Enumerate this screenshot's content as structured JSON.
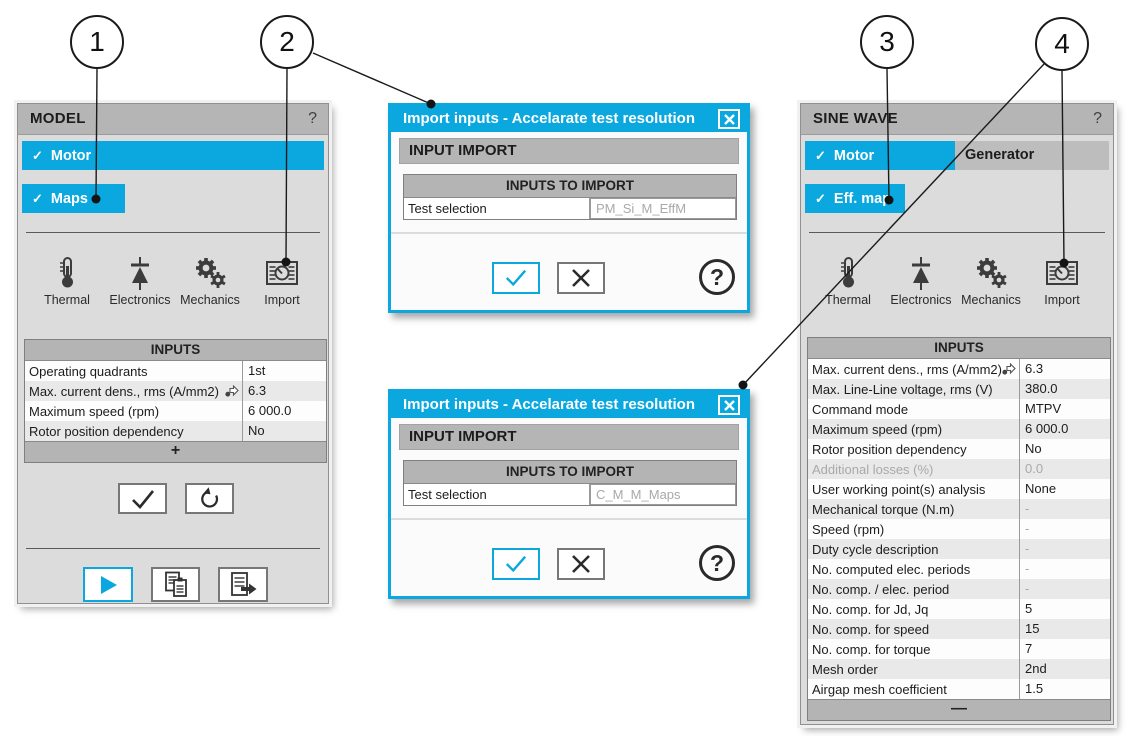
{
  "callouts": [
    {
      "label": "1"
    },
    {
      "label": "2"
    },
    {
      "label": "3"
    },
    {
      "label": "4"
    }
  ],
  "colors": {
    "accent": "#0ba7df",
    "titlebar_gray": "#b5b5b5",
    "muted_text": "#a9a9a9"
  },
  "model_panel": {
    "title": "MODEL",
    "help": "?",
    "tabs": [
      {
        "label": "Motor",
        "check": "✓"
      },
      {
        "label": "Maps",
        "check": "✓"
      }
    ],
    "tools": [
      {
        "label": "Thermal"
      },
      {
        "label": "Electronics"
      },
      {
        "label": "Mechanics"
      },
      {
        "label": "Import"
      }
    ],
    "inputs": {
      "header": "INPUTS",
      "rows": [
        {
          "label": "Operating quadrants",
          "value": "1st"
        },
        {
          "label": "Max. current dens., rms (A/mm2)",
          "value": "6.3",
          "pin": true
        },
        {
          "label": "Maximum speed (rpm)",
          "value": "6 000.0"
        },
        {
          "label": "Rotor position dependency",
          "value": "No"
        }
      ],
      "footer": "+"
    }
  },
  "sine_panel": {
    "title": "SINE WAVE",
    "help": "?",
    "tabs": [
      {
        "label": "Motor",
        "check": "✓"
      },
      {
        "label": "Generator"
      }
    ],
    "subtabs": [
      {
        "label": "Eff. map",
        "check": "✓"
      }
    ],
    "tools": [
      {
        "label": "Thermal"
      },
      {
        "label": "Electronics"
      },
      {
        "label": "Mechanics"
      },
      {
        "label": "Import"
      }
    ],
    "inputs": {
      "header": "INPUTS",
      "rows": [
        {
          "label": "Max. current dens., rms (A/mm2)",
          "value": "6.3",
          "pin": true
        },
        {
          "label": "Max. Line-Line voltage, rms (V)",
          "value": "380.0"
        },
        {
          "label": "Command mode",
          "value": "MTPV"
        },
        {
          "label": "Maximum speed (rpm)",
          "value": "6 000.0"
        },
        {
          "label": "Rotor position dependency",
          "value": "No"
        },
        {
          "label": "Additional losses (%)",
          "value": "0.0",
          "muted": true
        },
        {
          "label": "User working point(s) analysis",
          "value": "None"
        },
        {
          "label": "Mechanical torque (N.m)",
          "value": "-",
          "value_muted": true
        },
        {
          "label": "Speed (rpm)",
          "value": "-",
          "value_muted": true
        },
        {
          "label": "Duty cycle description",
          "value": "-",
          "value_muted": true
        },
        {
          "label": "No. computed elec. periods",
          "value": "-",
          "value_muted": true
        },
        {
          "label": "No. comp. / elec. period",
          "value": "-",
          "value_muted": true
        },
        {
          "label": "No. comp. for Jd, Jq",
          "value": "5"
        },
        {
          "label": "No. comp. for speed",
          "value": "15"
        },
        {
          "label": "No. comp. for torque",
          "value": "7"
        },
        {
          "label": "Mesh order",
          "value": "2nd"
        },
        {
          "label": "Airgap mesh coefficient",
          "value": "1.5"
        }
      ],
      "footer": "—"
    }
  },
  "dialogs": [
    {
      "title": "Import inputs - Accelarate test resolution",
      "section": "INPUT IMPORT",
      "help": "?",
      "table": {
        "header": "INPUTS TO IMPORT",
        "rows": [
          {
            "label": "Test selection",
            "value": "PM_Si_M_EffM",
            "value_muted": true
          }
        ]
      }
    },
    {
      "title": "Import inputs - Accelarate test resolution",
      "section": "INPUT IMPORT",
      "help": "?",
      "table": {
        "header": "INPUTS TO IMPORT",
        "rows": [
          {
            "label": "Test selection",
            "value": "C_M_M_Maps",
            "value_muted": true
          }
        ]
      }
    }
  ]
}
